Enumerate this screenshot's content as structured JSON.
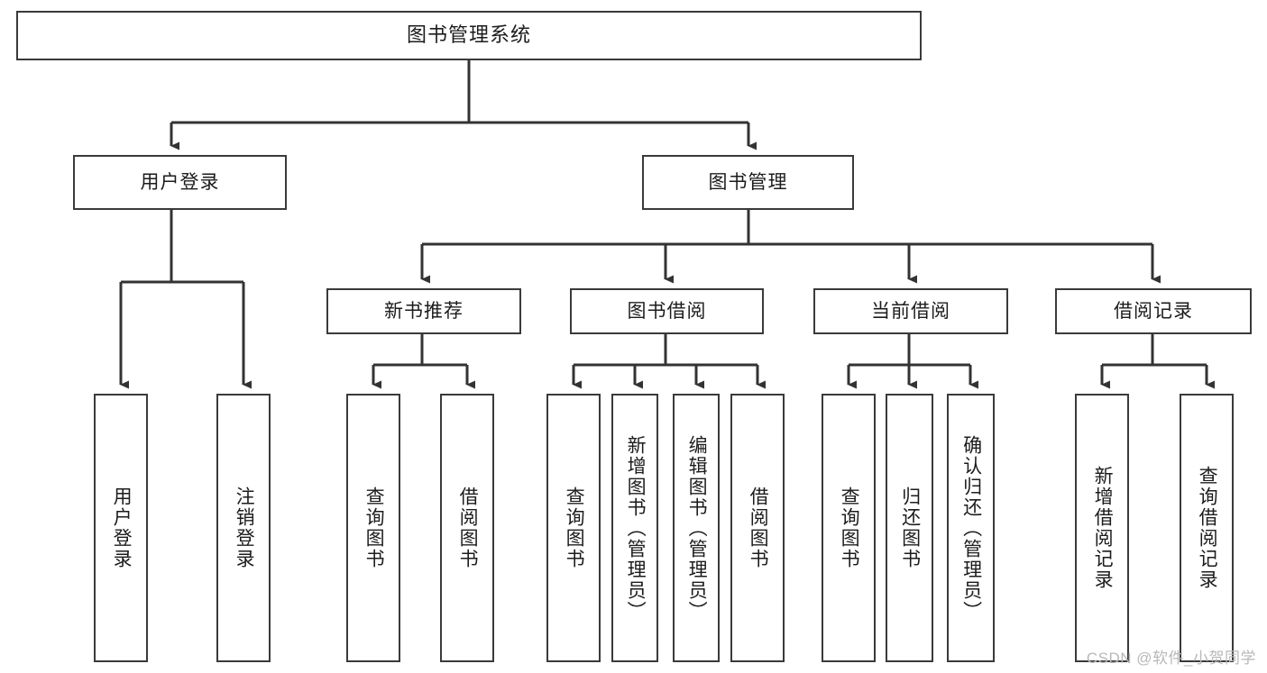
{
  "diagram": {
    "title": "图书管理系统",
    "type": "tree-hierarchy",
    "watermark": "CSDN @软件_小贺同学",
    "colors": {
      "box_border": "#3a3a3a",
      "box_fill": "#ffffff",
      "connector": "#333333",
      "text": "#1c1c1c",
      "watermark": "#b8b8b8",
      "background": "#ffffff"
    }
  },
  "nodes": {
    "root": {
      "label": "图书管理系统"
    },
    "level2": [
      {
        "key": "user_login",
        "label": "用户登录"
      },
      {
        "key": "book_manage",
        "label": "图书管理"
      }
    ],
    "level3": [
      {
        "key": "new_book_rec",
        "label": "新书推荐"
      },
      {
        "key": "book_borrow",
        "label": "图书借阅"
      },
      {
        "key": "current_borrow",
        "label": "当前借阅"
      },
      {
        "key": "borrow_record",
        "label": "借阅记录"
      }
    ],
    "leaves": {
      "user_login": [
        {
          "label": "用户登录"
        },
        {
          "label": "注销登录"
        }
      ],
      "new_book_rec": [
        {
          "label": "查询图书"
        },
        {
          "label": "借阅图书"
        }
      ],
      "book_borrow": [
        {
          "label": "查询图书"
        },
        {
          "label": "新增图书（管理员）"
        },
        {
          "label": "编辑图书（管理员）"
        },
        {
          "label": "借阅图书"
        }
      ],
      "current_borrow": [
        {
          "label": "查询图书"
        },
        {
          "label": "归还图书"
        },
        {
          "label": "确认归还（管理员）"
        }
      ],
      "borrow_record": [
        {
          "label": "新增借阅记录"
        },
        {
          "label": "查询借阅记录"
        }
      ]
    }
  }
}
